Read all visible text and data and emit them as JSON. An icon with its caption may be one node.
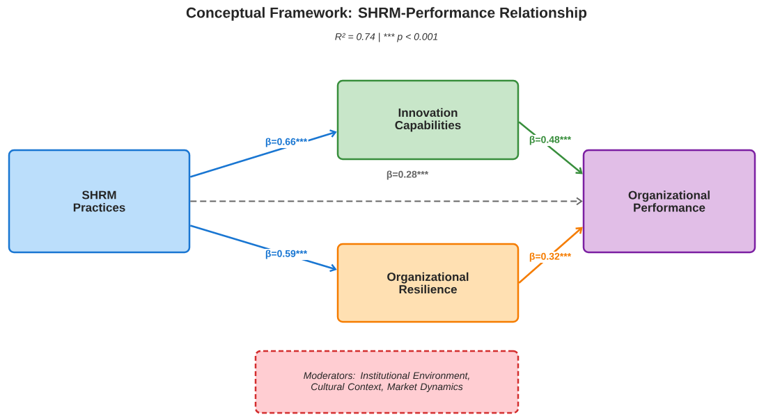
{
  "diagram": {
    "title": "Conceptual Framework: SHRM-Performance Relationship",
    "nodes": [
      {
        "text": [
          "SHRM Practices"
        ]
      },
      {
        "text": [
          "Innovation Capabilities"
        ]
      },
      {
        "text": [
          "Organizational Resilience"
        ]
      },
      {
        "text": [
          "Organizational Performance"
        ]
      },
      {
        "text": [
          "Moderators: Institutional Environment, Cultural Context, Market Dynamics"
        ]
      }
    ],
    "edges": [
      {
        "from": 0,
        "to": 1,
        "arrow": "to",
        "label": "β=0.66***",
        "color": "#1976d2"
      },
      {
        "from": 0,
        "to": 2,
        "arrow": "to",
        "label": "β=0.59***",
        "color": "#1976d2"
      },
      {
        "from": 1,
        "to": 3,
        "arrow": "to",
        "label": "β=0.48***",
        "color": "#388e3c"
      },
      {
        "from": 2,
        "to": 3,
        "arrow": "to",
        "label": "β=0.32***",
        "color": "#f57c00"
      },
      {
        "from": 0,
        "to": 3,
        "arrow": "to",
        "label": "β=0.28***",
        "style": "dashed",
        "color": "#666666"
      }
    ],
    "labels": [
      "R² = 0.74 | *** p < 0.001"
    ]
  }
}
